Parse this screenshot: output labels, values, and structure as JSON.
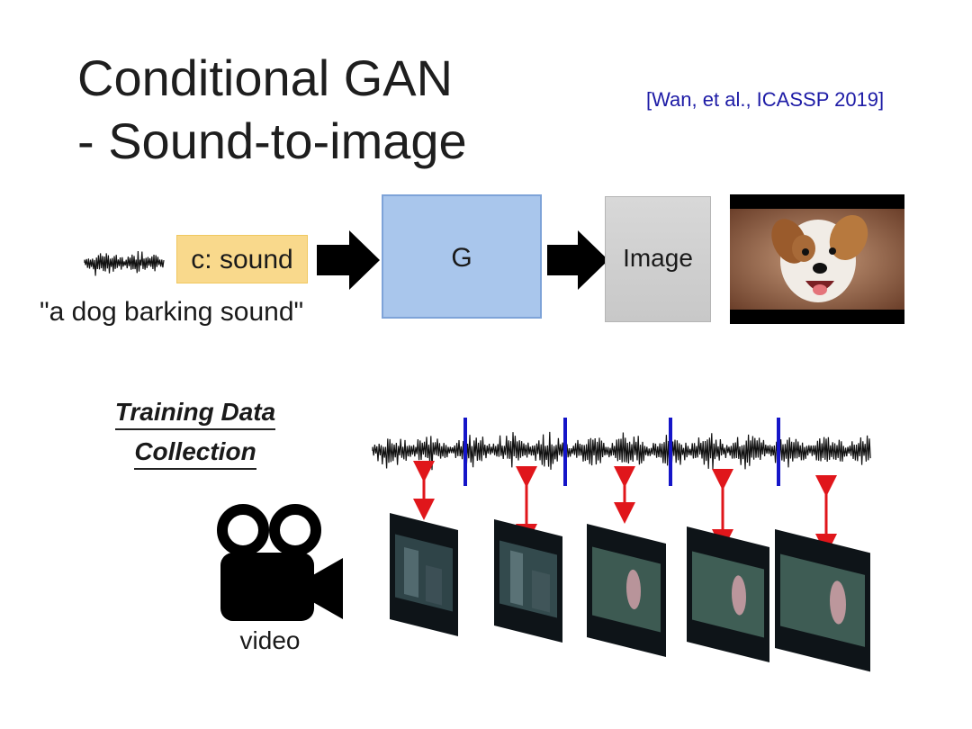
{
  "title": {
    "line1": "Conditional GAN",
    "line2": "- Sound-to-image"
  },
  "citation": "[Wan, et al., ICASSP 2019]",
  "pipeline": {
    "condition_label": "c: sound",
    "caption": "\"a dog barking sound\"",
    "generator_label": "G",
    "output_label": "Image"
  },
  "training": {
    "heading_line1": "Training Data",
    "heading_line2": "Collection",
    "video_label": "video"
  },
  "colors": {
    "accent_blue_text": "#1d1ba6",
    "condition_box": "#f9d98c",
    "generator_box": "#a9c6ec",
    "segment_marker": "#1515c8",
    "correspondence_arrow": "#e0161b"
  },
  "icons": [
    "waveform-icon",
    "arrow-right-icon",
    "video-camera-icon"
  ]
}
